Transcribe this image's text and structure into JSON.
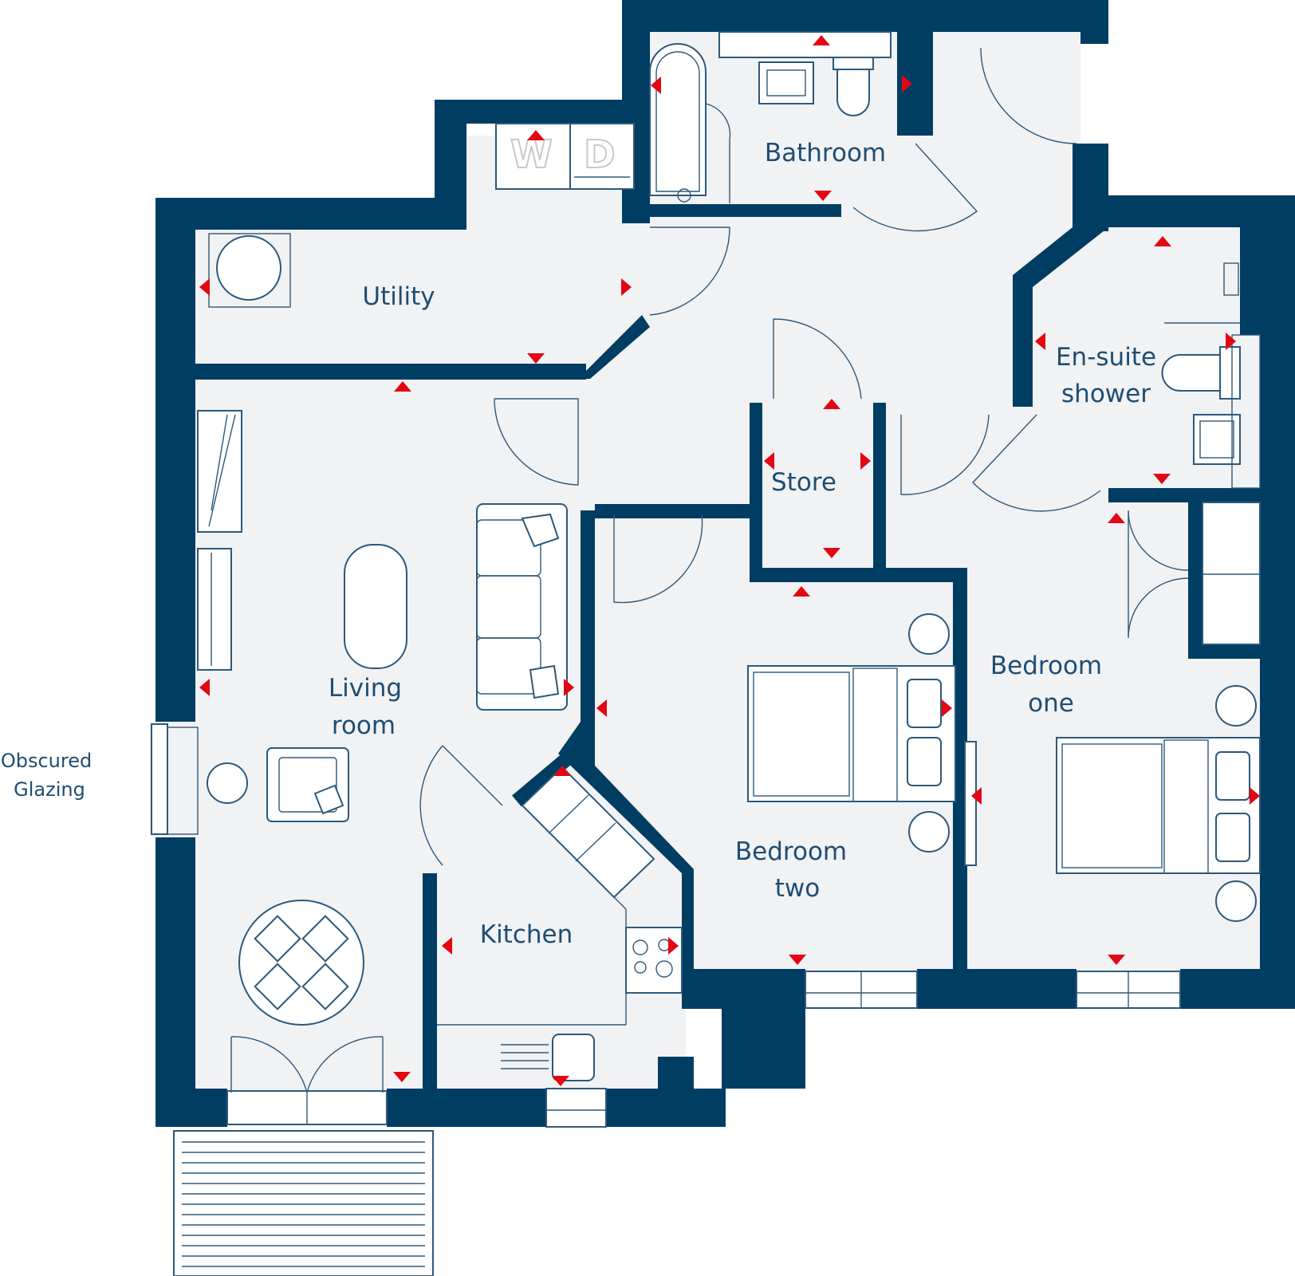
{
  "rooms": {
    "bathroom": {
      "label": "Bathroom"
    },
    "utility": {
      "label": "Utility"
    },
    "ensuite": {
      "line1": "En-suite",
      "line2": "shower"
    },
    "store": {
      "label": "Store"
    },
    "living": {
      "line1": "Living",
      "line2": "room"
    },
    "bedroom_one": {
      "line1": "Bedroom",
      "line2": "one"
    },
    "bedroom_two": {
      "line1": "Bedroom",
      "line2": "two"
    },
    "kitchen": {
      "label": "Kitchen"
    }
  },
  "notes": {
    "obscured_glazing": {
      "line1": "Obscured",
      "line2": "Glazing"
    }
  },
  "appliances": {
    "washer": "W",
    "dryer": "D"
  },
  "colors": {
    "wall": "#003d63",
    "floor": "#f1f2f4",
    "marker": "#e30613",
    "text": "#1f4d73"
  }
}
